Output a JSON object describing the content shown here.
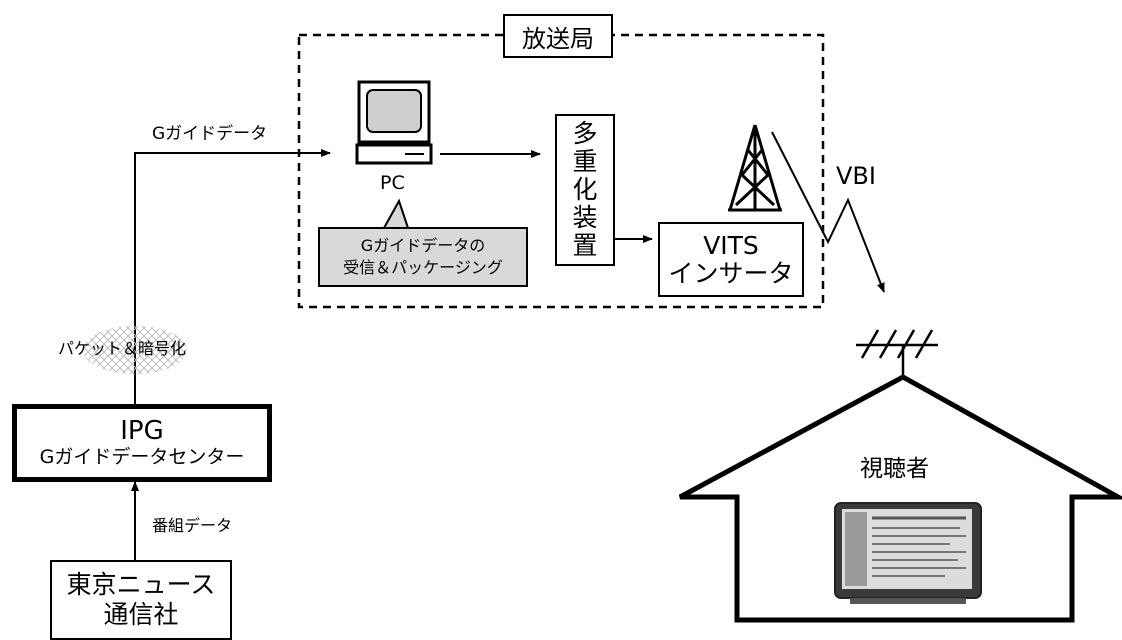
{
  "diagram": {
    "broadcast_station": {
      "label": "放送局"
    },
    "pc": {
      "label": "PC"
    },
    "pc_callout": {
      "line1": "Gガイドデータの",
      "line2": "受信＆パッケージング"
    },
    "multiplexer": {
      "chars": [
        "多",
        "重",
        "化",
        "装",
        "置"
      ]
    },
    "vits_inserter": {
      "line1": "VITS",
      "line2": "インサータ"
    },
    "vbi": {
      "label": "VBI"
    },
    "gguide_data_edge": {
      "label": "Gガイドデータ"
    },
    "packet_encrypt": {
      "label": "パケット＆暗号化"
    },
    "ipg_center": {
      "line1": "IPG",
      "line2": "Gガイドデータセンター"
    },
    "program_data_edge": {
      "label": "番組データ"
    },
    "news_agency": {
      "line1": "東京ニュース",
      "line2": "通信社"
    },
    "viewer": {
      "label": "視聴者"
    }
  },
  "colors": {
    "line": "#000000",
    "callout_fill": "#d9d9d9",
    "screen_fill": "#cfcfcf",
    "tv_body": "#3a3a3a"
  },
  "icons": [
    "computer-icon",
    "antenna-tower-icon",
    "tv-antenna-icon",
    "television-icon",
    "house-icon",
    "lightning-signal-icon"
  ]
}
